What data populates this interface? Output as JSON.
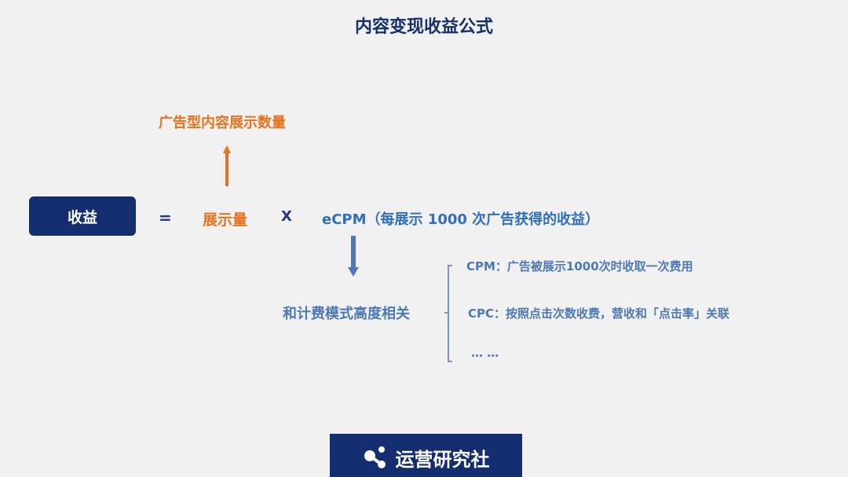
{
  "title": "内容变现收益公式",
  "top_label": "广告型内容展示数量",
  "formula": {
    "revenue": "收益",
    "equals": "=",
    "impressions": "展示量",
    "times": "X",
    "ecpm": "eCPM（每展示 1000 次广告获得的收益）"
  },
  "billing_label": "和计费模式高度相关",
  "billing_items": [
    "CPM：广告被展示1000次时收取一次费用",
    "CPC：按照点击次数收费，营收和「点击率」关联",
    "… …"
  ],
  "logo": {
    "text": "运营研究社"
  },
  "colors": {
    "navy": "#142d6e",
    "orange": "#e8731e",
    "blue": "#4e79b5"
  }
}
